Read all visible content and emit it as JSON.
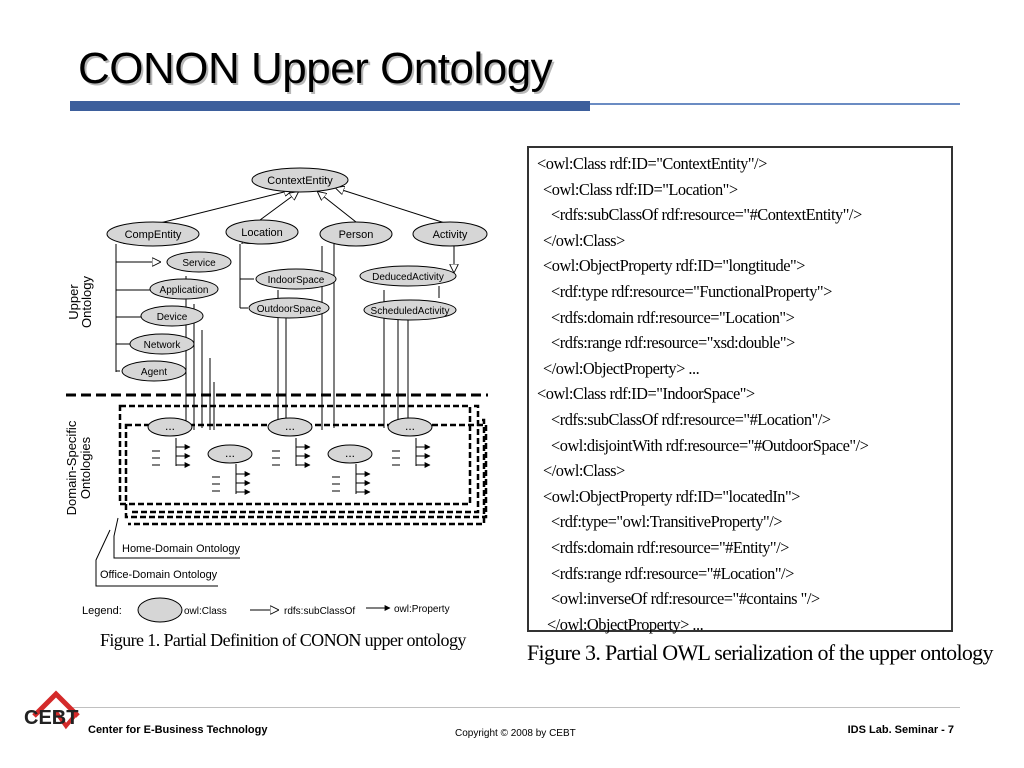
{
  "slide": {
    "title": "CONON Upper Ontology"
  },
  "figure1": {
    "nodes": {
      "context_entity": "ContextEntity",
      "comp_entity": "CompEntity",
      "location": "Location",
      "person": "Person",
      "activity": "Activity",
      "service": "Service",
      "application": "Application",
      "device": "Device",
      "network": "Network",
      "agent": "Agent",
      "indoor_space": "IndoorSpace",
      "outdoor_space": "OutdoorSpace",
      "deduced_activity": "DeducedActivity",
      "scheduled_activity": "ScheduledActivity",
      "ellipsis": "..."
    },
    "upper_label": "Upper Ontology",
    "upper_label_line1": "Upper",
    "upper_label_line2": "Ontology",
    "domain_label_line1": "Domain-Specific",
    "domain_label_line2": "Ontologies",
    "home_domain": "Home-Domain Ontology",
    "office_domain": "Office-Domain Ontology",
    "legend": {
      "title": "Legend:",
      "class": "owl:Class",
      "subclass": "rdfs:subClassOf",
      "property": "owl:Property"
    },
    "caption": "Figure 1. Partial Definition of CONON upper ontology"
  },
  "figure3": {
    "lines": [
      "<owl:Class rdf:ID=\"ContextEntity\"/>",
      "<owl:Class rdf:ID=\"Location\">",
      "<rdfs:subClassOf rdf:resource=\"#ContextEntity\"/>",
      "</owl:Class>",
      "<owl:ObjectProperty rdf:ID=\"longtitude\">",
      "<rdf:type rdf:resource=\"FunctionalProperty\">",
      "<rdfs:domain rdf:resource=\"Location\">",
      "<rdfs:range rdf:resource=\"xsd:double\">",
      "</owl:ObjectProperty> ...",
      "<owl:Class rdf:ID=\"IndoorSpace\">",
      "<rdfs:subClassOf rdf:resource=\"#Location\"/>",
      "<owl:disjointWith rdf:resource=\"#OutdoorSpace\"/>",
      "</owl:Class>",
      "<owl:ObjectProperty rdf:ID=\"locatedIn\">",
      "<rdf:type=\"owl:TransitiveProperty\"/>",
      "<rdfs:domain rdf:resource=\"#Entity\"/>",
      "<rdfs:range rdf:resource=\"#Location\"/>",
      "<owl:inverseOf rdf:resource=\"#contains \"/>",
      "</owl:ObjectProperty>   ..."
    ],
    "caption": "Figure 3. Partial OWL serialization of the upper ontology"
  },
  "footer": {
    "logo_text": "CEBT",
    "left": "Center for E-Business Technology",
    "center": "Copyright © 2008 by CEBT",
    "right": "IDS Lab. Seminar - 7"
  },
  "colors": {
    "title_rule": "#3d5f9c",
    "thin_rule": "#6b8cc3",
    "node_fill": "#d6d6d6",
    "logo_red": "#d42a2a"
  }
}
